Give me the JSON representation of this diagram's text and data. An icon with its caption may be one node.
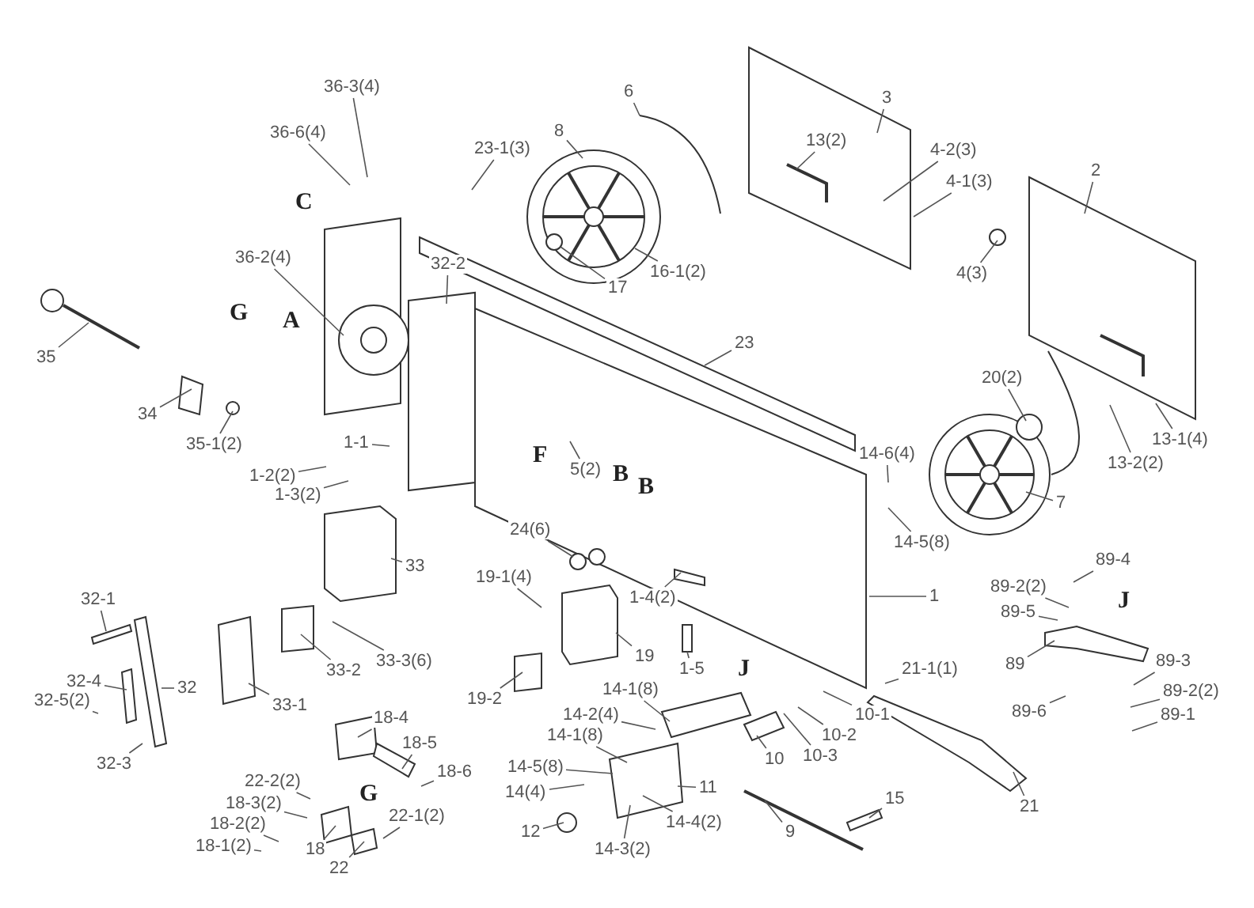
{
  "diagram": {
    "nodes": [
      {
        "text": [
          "36-3(4)"
        ]
      },
      {
        "text": [
          "6"
        ]
      },
      {
        "text": [
          "3"
        ]
      },
      {
        "text": [
          "36-6(4)"
        ]
      },
      {
        "text": [
          "8"
        ]
      },
      {
        "text": [
          "13(2)"
        ]
      },
      {
        "text": [
          "23-1(3)"
        ]
      },
      {
        "text": [
          "4-2(3)"
        ]
      },
      {
        "text": [
          "2"
        ]
      },
      {
        "text": [
          "4-1(3)"
        ]
      },
      {
        "text": [
          "36-2(4)"
        ]
      },
      {
        "text": [
          "32-2"
        ]
      },
      {
        "text": [
          "16-1(2)"
        ]
      },
      {
        "text": [
          "4(3)"
        ]
      },
      {
        "text": [
          "17"
        ]
      },
      {
        "text": [
          "23"
        ]
      },
      {
        "text": [
          "35"
        ]
      },
      {
        "text": [
          "20(2)"
        ]
      },
      {
        "text": [
          "34"
        ]
      },
      {
        "text": [
          "13-1(4)"
        ]
      },
      {
        "text": [
          "35-1(2)"
        ]
      },
      {
        "text": [
          "1-1"
        ]
      },
      {
        "text": [
          "14-6(4)"
        ]
      },
      {
        "text": [
          "13-2(2)"
        ]
      },
      {
        "text": [
          "5(2)"
        ]
      },
      {
        "text": [
          "1-2(2)"
        ]
      },
      {
        "text": [
          "1-3(2)"
        ]
      },
      {
        "text": [
          "7"
        ]
      },
      {
        "text": [
          "24(6)"
        ]
      },
      {
        "text": [
          "14-5(8)"
        ]
      },
      {
        "text": [
          "89-4"
        ]
      },
      {
        "text": [
          "33"
        ]
      },
      {
        "text": [
          "19-1(4)"
        ]
      },
      {
        "text": [
          "89-2(2)"
        ]
      },
      {
        "text": [
          "1"
        ]
      },
      {
        "text": [
          "1-4(2)"
        ]
      },
      {
        "text": [
          "32-1"
        ]
      },
      {
        "text": [
          "89-5"
        ]
      },
      {
        "text": [
          "19"
        ]
      },
      {
        "text": [
          "89"
        ]
      },
      {
        "text": [
          "33-3(6)"
        ]
      },
      {
        "text": [
          "89-3"
        ]
      },
      {
        "text": [
          "1-5"
        ]
      },
      {
        "text": [
          "10-1"
        ]
      },
      {
        "text": [
          "21-1(1)"
        ]
      },
      {
        "text": [
          "33-2"
        ]
      },
      {
        "text": [
          "32"
        ]
      },
      {
        "text": [
          "32-4"
        ]
      },
      {
        "text": [
          "14-1(8)"
        ]
      },
      {
        "text": [
          "19-2"
        ]
      },
      {
        "text": [
          "89-2(2)"
        ]
      },
      {
        "text": [
          "32-5(2)"
        ]
      },
      {
        "text": [
          "33-1"
        ]
      },
      {
        "text": [
          "89-1"
        ]
      },
      {
        "text": [
          "14-2(4)"
        ]
      },
      {
        "text": [
          "89-6"
        ]
      },
      {
        "text": [
          "18-4"
        ]
      },
      {
        "text": [
          "10-2"
        ]
      },
      {
        "text": [
          "14-1(8)"
        ]
      },
      {
        "text": [
          "18-5"
        ]
      },
      {
        "text": [
          "10-3"
        ]
      },
      {
        "text": [
          "10"
        ]
      },
      {
        "text": [
          "32-3"
        ]
      },
      {
        "text": [
          "14-5(8)"
        ]
      },
      {
        "text": [
          "18-6"
        ]
      },
      {
        "text": [
          "22-2(2)"
        ]
      },
      {
        "text": [
          "11"
        ]
      },
      {
        "text": [
          "14(4)"
        ]
      },
      {
        "text": [
          "15"
        ]
      },
      {
        "text": [
          "18-3(2)"
        ]
      },
      {
        "text": [
          "21"
        ]
      },
      {
        "text": [
          "14-4(2)"
        ]
      },
      {
        "text": [
          "22-1(2)"
        ]
      },
      {
        "text": [
          "18-2(2)"
        ]
      },
      {
        "text": [
          "9"
        ]
      },
      {
        "text": [
          "12"
        ]
      },
      {
        "text": [
          "18-1(2)"
        ]
      },
      {
        "text": [
          "18"
        ]
      },
      {
        "text": [
          "14-3(2)"
        ]
      },
      {
        "text": [
          "22"
        ]
      }
    ],
    "edges": [
      {
        "from": 0,
        "to": null,
        "arrow": "none"
      },
      {
        "from": 1,
        "to": null,
        "arrow": "none"
      },
      {
        "from": 2,
        "to": null,
        "arrow": "none"
      },
      {
        "from": 3,
        "to": null,
        "arrow": "none"
      },
      {
        "from": 4,
        "to": null,
        "arrow": "none"
      },
      {
        "from": 5,
        "to": null,
        "arrow": "none"
      },
      {
        "from": 6,
        "to": null,
        "arrow": "none"
      },
      {
        "from": 7,
        "to": null,
        "arrow": "none"
      },
      {
        "from": 8,
        "to": null,
        "arrow": "none"
      },
      {
        "from": 9,
        "to": null,
        "arrow": "none"
      },
      {
        "from": 10,
        "to": null,
        "arrow": "none"
      },
      {
        "from": 11,
        "to": null,
        "arrow": "none"
      },
      {
        "from": 12,
        "to": null,
        "arrow": "none"
      },
      {
        "from": 13,
        "to": null,
        "arrow": "none"
      },
      {
        "from": 14,
        "to": null,
        "arrow": "none"
      },
      {
        "from": 15,
        "to": null,
        "arrow": "none"
      },
      {
        "from": 16,
        "to": null,
        "arrow": "none"
      },
      {
        "from": 17,
        "to": null,
        "arrow": "none"
      },
      {
        "from": 18,
        "to": null,
        "arrow": "none"
      },
      {
        "from": 19,
        "to": null,
        "arrow": "none"
      },
      {
        "from": 20,
        "to": null,
        "arrow": "none"
      },
      {
        "from": 21,
        "to": null,
        "arrow": "none"
      },
      {
        "from": 22,
        "to": null,
        "arrow": "none"
      },
      {
        "from": 23,
        "to": null,
        "arrow": "none"
      },
      {
        "from": 24,
        "to": null,
        "arrow": "none"
      },
      {
        "from": 25,
        "to": null,
        "arrow": "none"
      },
      {
        "from": 26,
        "to": null,
        "arrow": "none"
      },
      {
        "from": 27,
        "to": null,
        "arrow": "none"
      },
      {
        "from": 28,
        "to": null,
        "arrow": "none"
      },
      {
        "from": 29,
        "to": null,
        "arrow": "none"
      },
      {
        "from": 30,
        "to": null,
        "arrow": "none"
      },
      {
        "from": 31,
        "to": null,
        "arrow": "none"
      },
      {
        "from": 32,
        "to": null,
        "arrow": "none"
      },
      {
        "from": 33,
        "to": null,
        "arrow": "none"
      },
      {
        "from": 34,
        "to": null,
        "arrow": "none"
      },
      {
        "from": 35,
        "to": null,
        "arrow": "none"
      },
      {
        "from": 36,
        "to": null,
        "arrow": "none"
      },
      {
        "from": 37,
        "to": null,
        "arrow": "none"
      },
      {
        "from": 38,
        "to": null,
        "arrow": "none"
      },
      {
        "from": 39,
        "to": null,
        "arrow": "none"
      },
      {
        "from": 40,
        "to": null,
        "arrow": "none"
      },
      {
        "from": 41,
        "to": null,
        "arrow": "none"
      },
      {
        "from": 42,
        "to": null,
        "arrow": "none"
      },
      {
        "from": 43,
        "to": null,
        "arrow": "none"
      },
      {
        "from": 44,
        "to": null,
        "arrow": "none"
      },
      {
        "from": 45,
        "to": null,
        "arrow": "none"
      },
      {
        "from": 46,
        "to": null,
        "arrow": "none"
      },
      {
        "from": 47,
        "to": null,
        "arrow": "none"
      },
      {
        "from": 48,
        "to": null,
        "arrow": "none"
      },
      {
        "from": 49,
        "to": null,
        "arrow": "none"
      },
      {
        "from": 50,
        "to": null,
        "arrow": "none"
      },
      {
        "from": 51,
        "to": null,
        "arrow": "none"
      },
      {
        "from": 52,
        "to": null,
        "arrow": "none"
      },
      {
        "from": 53,
        "to": null,
        "arrow": "none"
      },
      {
        "from": 54,
        "to": null,
        "arrow": "none"
      },
      {
        "from": 55,
        "to": null,
        "arrow": "none"
      },
      {
        "from": 56,
        "to": null,
        "arrow": "none"
      },
      {
        "from": 57,
        "to": null,
        "arrow": "none"
      },
      {
        "from": 58,
        "to": null,
        "arrow": "none"
      },
      {
        "from": 59,
        "to": null,
        "arrow": "none"
      },
      {
        "from": 60,
        "to": null,
        "arrow": "none"
      },
      {
        "from": 61,
        "to": null,
        "arrow": "none"
      },
      {
        "from": 62,
        "to": null,
        "arrow": "none"
      },
      {
        "from": 63,
        "to": null,
        "arrow": "none"
      },
      {
        "from": 64,
        "to": null,
        "arrow": "none"
      },
      {
        "from": 65,
        "to": null,
        "arrow": "none"
      },
      {
        "from": 66,
        "to": null,
        "arrow": "none"
      },
      {
        "from": 67,
        "to": null,
        "arrow": "none"
      },
      {
        "from": 68,
        "to": null,
        "arrow": "none"
      },
      {
        "from": 69,
        "to": null,
        "arrow": "none"
      },
      {
        "from": 70,
        "to": null,
        "arrow": "none"
      },
      {
        "from": 71,
        "to": null,
        "arrow": "none"
      },
      {
        "from": 72,
        "to": null,
        "arrow": "none"
      },
      {
        "from": 73,
        "to": null,
        "arrow": "none"
      },
      {
        "from": 74,
        "to": null,
        "arrow": "none"
      },
      {
        "from": 75,
        "to": null,
        "arrow": "none"
      },
      {
        "from": 76,
        "to": null,
        "arrow": "none"
      },
      {
        "from": 77,
        "to": null,
        "arrow": "none"
      },
      {
        "from": 78,
        "to": null,
        "arrow": "none"
      },
      {
        "from": 79,
        "to": null,
        "arrow": "none"
      }
    ],
    "labels": [
      "C",
      "G",
      "A",
      "F",
      "B",
      "B",
      "J",
      "J",
      "G"
    ]
  }
}
